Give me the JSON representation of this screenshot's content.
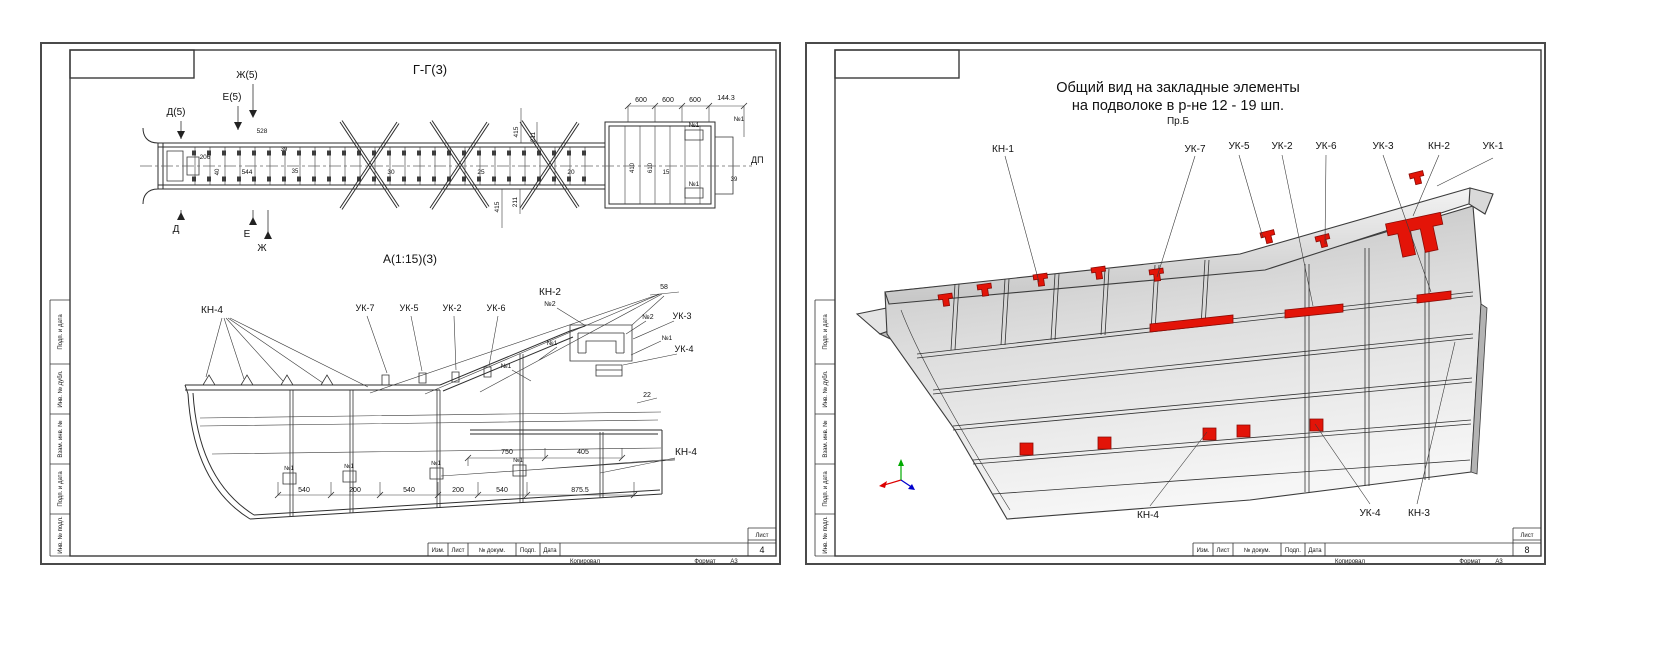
{
  "page": {
    "background": "#ffffff"
  },
  "colors": {
    "line": "#2e2e2e",
    "red_elements": "#e31408",
    "panel_light": "#f2f2f2",
    "panel_mid": "#c9c9c9",
    "panel_dark": "#9e9e9e"
  },
  "sheets": {
    "left": {
      "view_gg": {
        "title": "Г-Г(3)",
        "cut_top": {
          "zh": "Ж(5)",
          "e": "Е(5)",
          "d": "Д(5)"
        },
        "cut_bottom": {
          "d": "Д",
          "e": "Е",
          "zh": "Ж"
        },
        "dp": "ДП",
        "dims": {
          "d600a": "600",
          "d600b": "600",
          "d600c": "600",
          "d144": "144.3",
          "v415t": "415",
          "v211t": "211",
          "v415b": "415",
          "v211b": "211",
          "d528": "528",
          "d206": "206",
          "d40": "40",
          "d544": "544",
          "d39a": "39",
          "d35": "35",
          "d30": "30",
          "d25": "25",
          "d20": "20",
          "d410": "410",
          "d610": "610",
          "d15": "15",
          "d39b": "39"
        },
        "marks": {
          "n1a": "№1",
          "n1b": "№1",
          "n1c": "№1"
        }
      },
      "view_a": {
        "title": "А(1:15)(3)",
        "labels": {
          "kn4_left": "КН-4",
          "uk7": "УК-7",
          "uk5": "УК-5",
          "uk2": "УК-2",
          "uk6": "УК-6",
          "kn2": "КН-2",
          "n2a": "№2",
          "d58": "58",
          "n2b": "№2",
          "uk3": "УК-3",
          "n1a": "№1",
          "uk4": "УК-4",
          "n1b": "№1",
          "n1c": "№1",
          "d22": "22",
          "kn4_right": "КН-4",
          "n1d": "№1",
          "n1e": "№1",
          "n1f": "№1",
          "n1g": "№1"
        },
        "dims": {
          "d750": "750",
          "d405": "405",
          "d540a": "540",
          "d200a": "200",
          "d540b": "540",
          "d200b": "200",
          "d540c": "540",
          "d875": "875.5"
        }
      },
      "stamp": {
        "row": {
          "izm": "Изм.",
          "list": "Лист",
          "doc": "№ докум.",
          "podp": "Подп.",
          "data": "Дата"
        },
        "list_label": "Лист",
        "list_number": "4",
        "copied": "Копировал",
        "format_label": "Формат",
        "format_value": "А3"
      },
      "side_column": [
        "Подп. и дата",
        "Инв. № дубл.",
        "Взам. инв. №",
        "Подп. и дата",
        "Инв. № подл."
      ]
    },
    "right": {
      "title": {
        "line1": "Общий вид на закладные элементы",
        "line2": "на подволоке в р-не 12 - 19 шп.",
        "line3": "Пр.Б"
      },
      "labels": {
        "kn1": "КН-1",
        "uk7": "УК-7",
        "uk5": "УК-5",
        "uk2": "УК-2",
        "uk6": "УК-6",
        "uk3": "УК-3",
        "kn2": "КН-2",
        "uk1": "УК-1",
        "kn4": "КН-4",
        "uk4": "УК-4",
        "kn3": "КН-3"
      },
      "stamp": {
        "row": {
          "izm": "Изм.",
          "list": "Лист",
          "doc": "№ докум.",
          "podp": "Подп.",
          "data": "Дата"
        },
        "list_label": "Лист",
        "list_number": "8",
        "copied": "Копировал",
        "format_label": "Формат",
        "format_value": "А3"
      },
      "side_column": [
        "Подп. и дата",
        "Инв. № дубл.",
        "Взам. инв. №",
        "Подп. и дата",
        "Инв. № подл."
      ]
    }
  }
}
